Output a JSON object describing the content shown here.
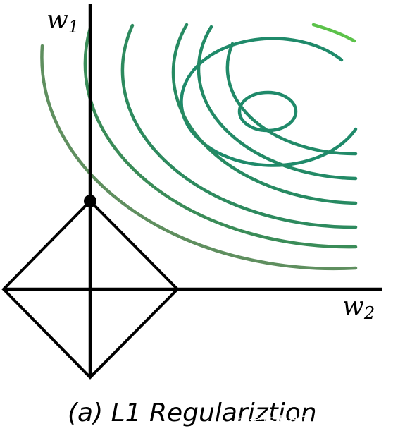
{
  "labels": {
    "w1_base": "w",
    "w1_sub": "1",
    "w2_base": "w",
    "w2_sub": "2"
  },
  "caption": "(a) L1 Regulariztion",
  "watermark": "掘金技术社区 @ aicoting",
  "colors": {
    "axis": "#000000",
    "constraint_region": "#000000",
    "contour_outer": "#5f8f5f",
    "contour_inner": "#1f8a6a",
    "contour_top_right": "#5cc24a"
  }
}
